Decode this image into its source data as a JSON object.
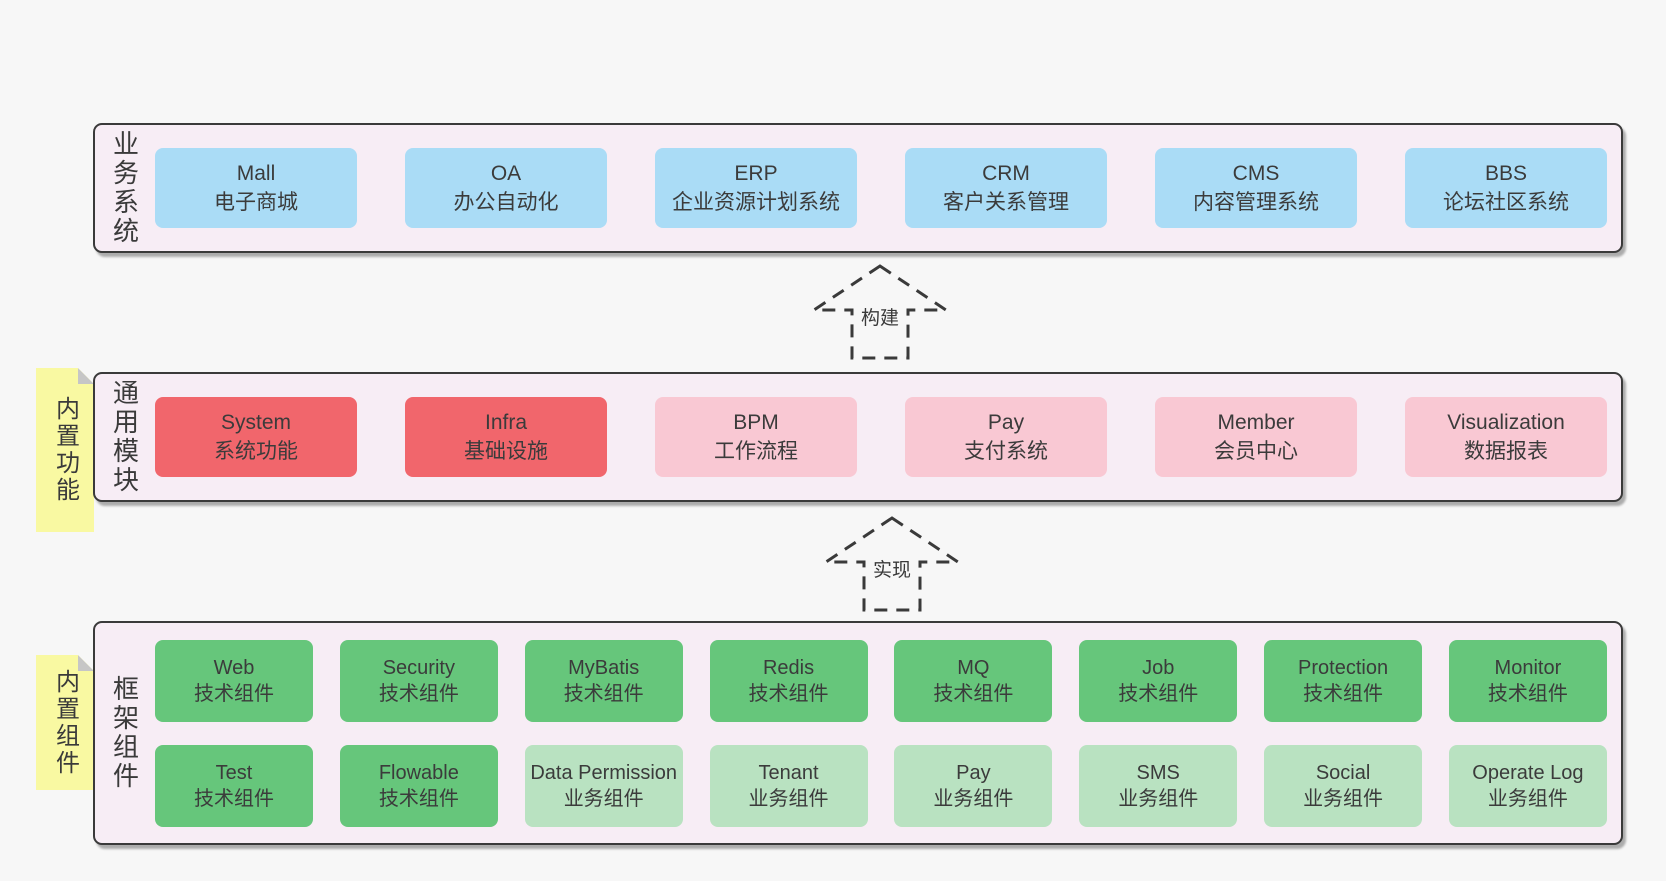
{
  "colors": {
    "page_bg": "#f7f7f7",
    "band_bg": "#f7edf5",
    "band_border": "#3a3a3a",
    "box_blue": "#aadcf6",
    "box_red": "#f1666c",
    "box_pink": "#f9c8d3",
    "box_green": "#66c67b",
    "box_lightgreen": "#b9e2c1",
    "sticky_yellow": "#f9f9a2",
    "text": "#3b3b3b"
  },
  "arrows": [
    {
      "label": "构建"
    },
    {
      "label": "实现"
    }
  ],
  "bands": [
    {
      "label": "业务系统",
      "boxes": [
        {
          "title": "Mall",
          "subtitle": "电子商城",
          "variant": "blue"
        },
        {
          "title": "OA",
          "subtitle": "办公自动化",
          "variant": "blue"
        },
        {
          "title": "ERP",
          "subtitle": "企业资源计划系统",
          "variant": "blue"
        },
        {
          "title": "CRM",
          "subtitle": "客户关系管理",
          "variant": "blue"
        },
        {
          "title": "CMS",
          "subtitle": "内容管理系统",
          "variant": "blue"
        },
        {
          "title": "BBS",
          "subtitle": "论坛社区系统",
          "variant": "blue"
        }
      ]
    },
    {
      "label": "通用模块",
      "sticky": "内置功能",
      "boxes": [
        {
          "title": "System",
          "subtitle": "系统功能",
          "variant": "red"
        },
        {
          "title": "Infra",
          "subtitle": "基础设施",
          "variant": "red"
        },
        {
          "title": "BPM",
          "subtitle": "工作流程",
          "variant": "pink"
        },
        {
          "title": "Pay",
          "subtitle": "支付系统",
          "variant": "pink"
        },
        {
          "title": "Member",
          "subtitle": "会员中心",
          "variant": "pink"
        },
        {
          "title": "Visualization",
          "subtitle": "数据报表",
          "variant": "pink"
        }
      ]
    },
    {
      "label": "框架组件",
      "sticky": "内置组件",
      "rows": [
        [
          {
            "title": "Web",
            "subtitle": "技术组件",
            "variant": "green"
          },
          {
            "title": "Security",
            "subtitle": "技术组件",
            "variant": "green"
          },
          {
            "title": "MyBatis",
            "subtitle": "技术组件",
            "variant": "green"
          },
          {
            "title": "Redis",
            "subtitle": "技术组件",
            "variant": "green"
          },
          {
            "title": "MQ",
            "subtitle": "技术组件",
            "variant": "green"
          },
          {
            "title": "Job",
            "subtitle": "技术组件",
            "variant": "green"
          },
          {
            "title": "Protection",
            "subtitle": "技术组件",
            "variant": "green"
          },
          {
            "title": "Monitor",
            "subtitle": "技术组件",
            "variant": "green"
          }
        ],
        [
          {
            "title": "Test",
            "subtitle": "技术组件",
            "variant": "green"
          },
          {
            "title": "Flowable",
            "subtitle": "技术组件",
            "variant": "green"
          },
          {
            "title": "Data Permission",
            "subtitle": "业务组件",
            "variant": "lightgreen"
          },
          {
            "title": "Tenant",
            "subtitle": "业务组件",
            "variant": "lightgreen"
          },
          {
            "title": "Pay",
            "subtitle": "业务组件",
            "variant": "lightgreen"
          },
          {
            "title": "SMS",
            "subtitle": "业务组件",
            "variant": "lightgreen"
          },
          {
            "title": "Social",
            "subtitle": "业务组件",
            "variant": "lightgreen"
          },
          {
            "title": "Operate Log",
            "subtitle": "业务组件",
            "variant": "lightgreen"
          }
        ]
      ]
    }
  ]
}
